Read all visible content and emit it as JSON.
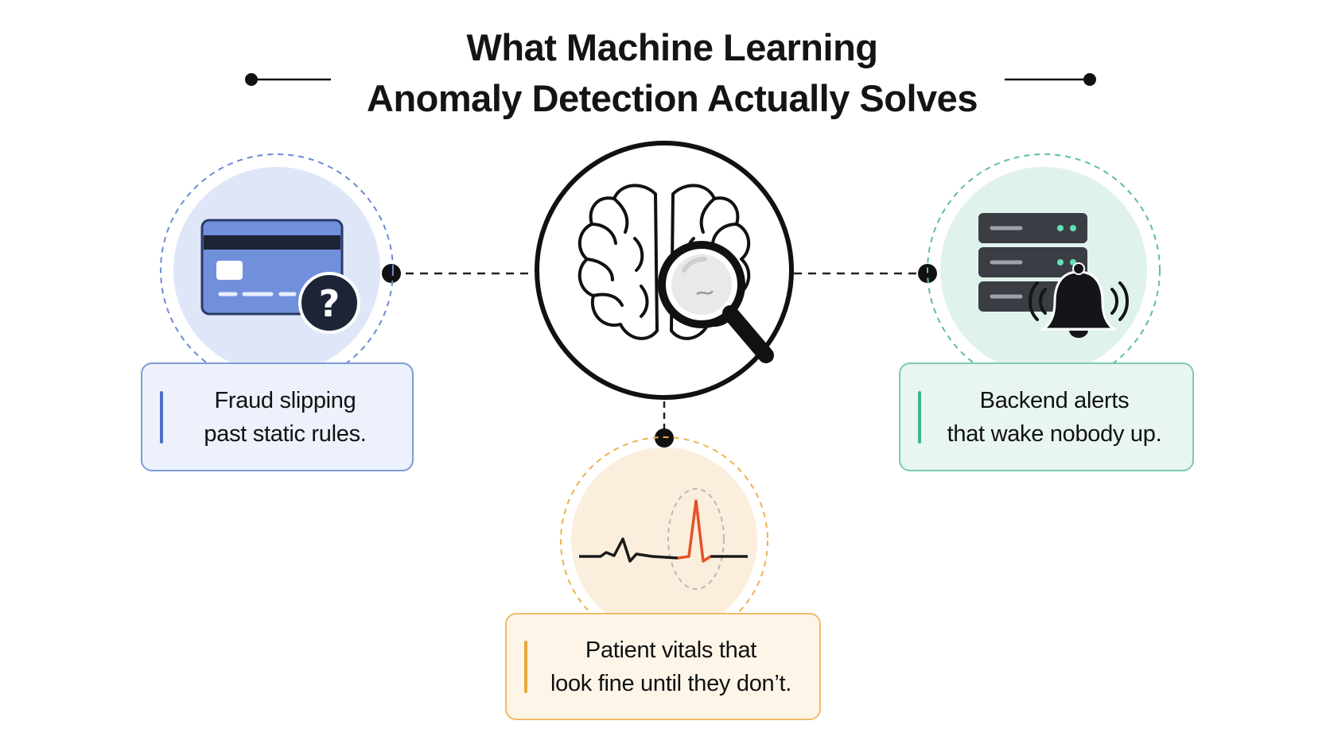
{
  "title": {
    "line1": "What Machine Learning",
    "line2": "Anomaly Detection Actually Solves"
  },
  "center_icon": "brain-magnifying-glass-icon",
  "items": [
    {
      "icon": "credit-card-question-icon",
      "line1": "Fraud slipping",
      "line2": "past static rules.",
      "accent": "#4f6fc6"
    },
    {
      "icon": "server-bell-alert-icon",
      "line1": "Backend alerts",
      "line2": "that wake nobody up.",
      "accent": "#3fb394"
    },
    {
      "icon": "heartbeat-spike-icon",
      "line1": "Patient vitals that",
      "line2": "look fine until they don’t.",
      "accent": "#e9a73b"
    }
  ]
}
